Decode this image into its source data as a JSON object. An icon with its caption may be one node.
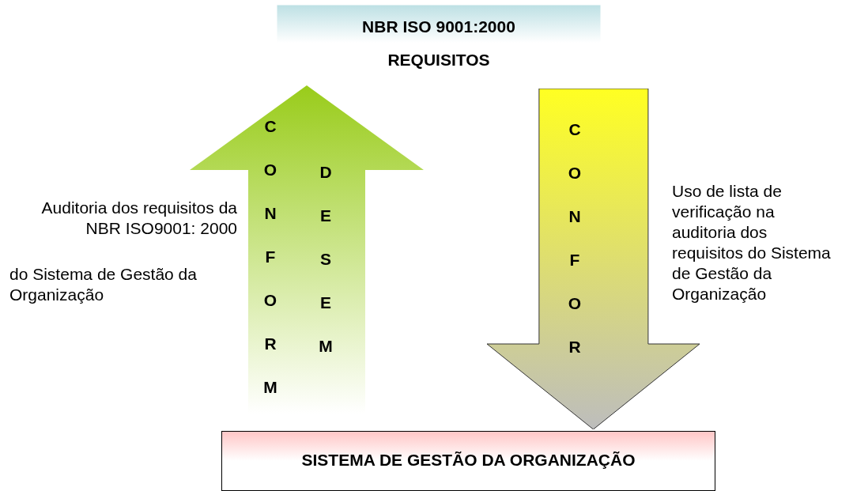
{
  "diagram": {
    "nodes": [
      {
        "text": [
          "NBR ISO 9001:2000",
          "REQUISITOS"
        ]
      },
      {
        "text": [
          "C O N F O R M",
          "D E S E M"
        ]
      },
      {
        "text": [
          "C O N F O R"
        ]
      },
      {
        "text": [
          "SISTEMA DE GESTÃO DA ORGANIZAÇÃO"
        ]
      }
    ],
    "edges": [
      {
        "from": 3,
        "to": 0,
        "arrow": "to"
      },
      {
        "from": 0,
        "to": 3,
        "arrow": "to"
      }
    ],
    "labels": [
      "Auditoria dos requisitos da NBR ISO9001: 2000",
      "do Sistema de Gestão da Organização",
      "Uso de lista de verificação na auditoria dos requisitos do Sistema de Gestão da Organização"
    ]
  }
}
